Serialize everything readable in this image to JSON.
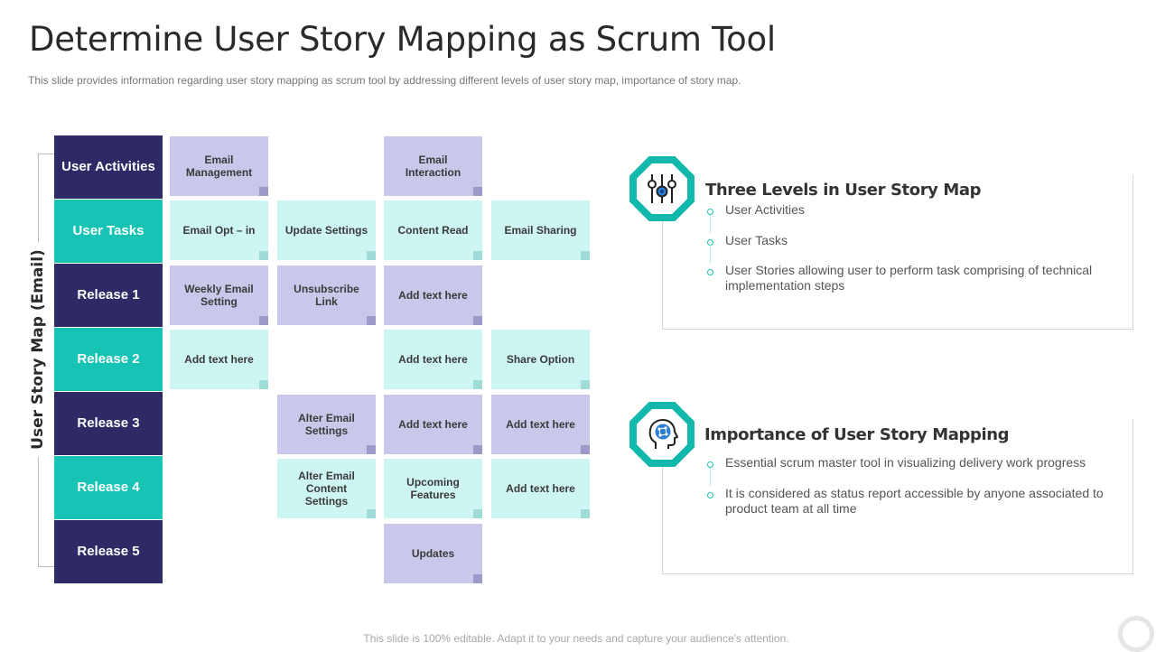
{
  "slide": {
    "title": "Determine User Story Mapping as Scrum Tool",
    "subtitle": "This slide provides  information  regarding  user story mapping as scrum tool by addressing  different  levels  of user story map, importance of story map.",
    "footer": "This slide is 100% editable. Adapt it to your needs and capture your audience's attention."
  },
  "story_map": {
    "axis_label": "User Story Map (Email)",
    "rows": [
      {
        "label": "User Activities",
        "style": "dark"
      },
      {
        "label": "User Tasks",
        "style": "teal"
      },
      {
        "label": "Release 1",
        "style": "dark"
      },
      {
        "label": "Release 2",
        "style": "teal"
      },
      {
        "label": "Release 3",
        "style": "dark"
      },
      {
        "label": "Release 4",
        "style": "teal"
      },
      {
        "label": "Release 5",
        "style": "dark"
      }
    ],
    "cards": [
      {
        "row": 0,
        "col": 0,
        "text": "Email Management",
        "color": "lavender"
      },
      {
        "row": 0,
        "col": 2,
        "text": "Email Interaction",
        "color": "lavender"
      },
      {
        "row": 1,
        "col": 0,
        "text": "Email Opt – in",
        "color": "mint"
      },
      {
        "row": 1,
        "col": 1,
        "text": "Update Settings",
        "color": "mint"
      },
      {
        "row": 1,
        "col": 2,
        "text": "Content Read",
        "color": "mint"
      },
      {
        "row": 1,
        "col": 3,
        "text": "Email Sharing",
        "color": "mint"
      },
      {
        "row": 2,
        "col": 0,
        "text": "Weekly Email Setting",
        "color": "lavender"
      },
      {
        "row": 2,
        "col": 1,
        "text": "Unsubscribe Link",
        "color": "lavender"
      },
      {
        "row": 2,
        "col": 2,
        "text": "Add text here",
        "color": "lavender"
      },
      {
        "row": 3,
        "col": 0,
        "text": "Add text here",
        "color": "mint"
      },
      {
        "row": 3,
        "col": 2,
        "text": "Add text here",
        "color": "mint"
      },
      {
        "row": 3,
        "col": 3,
        "text": "Share Option",
        "color": "mint"
      },
      {
        "row": 4,
        "col": 1,
        "text": "Alter Email Settings",
        "color": "lavender"
      },
      {
        "row": 4,
        "col": 2,
        "text": "Add text here",
        "color": "lavender"
      },
      {
        "row": 4,
        "col": 3,
        "text": "Add text here",
        "color": "lavender"
      },
      {
        "row": 5,
        "col": 1,
        "text": "Alter Email Content Settings",
        "color": "mint"
      },
      {
        "row": 5,
        "col": 2,
        "text": "Upcoming Features",
        "color": "mint"
      },
      {
        "row": 5,
        "col": 3,
        "text": "Add text here",
        "color": "mint"
      },
      {
        "row": 6,
        "col": 2,
        "text": "Updates",
        "color": "lavender"
      }
    ]
  },
  "panels": {
    "levels": {
      "heading": "Three Levels in User Story Map",
      "icon": "sliders-icon",
      "items": [
        "User Activities",
        "User Tasks",
        "User Stories allowing user to perform task comprising of technical implementation steps"
      ]
    },
    "importance": {
      "heading": "Importance of User Story Mapping",
      "icon": "head-network-icon",
      "items": [
        "Essential scrum master tool in visualizing delivery work progress",
        "It is considered as status report accessible by anyone associated to product team at all time"
      ]
    }
  },
  "colors": {
    "navy": "#2e2a66",
    "teal": "#16c3b5",
    "lavender": "#cac8ea",
    "mint": "#cdf5f2"
  }
}
